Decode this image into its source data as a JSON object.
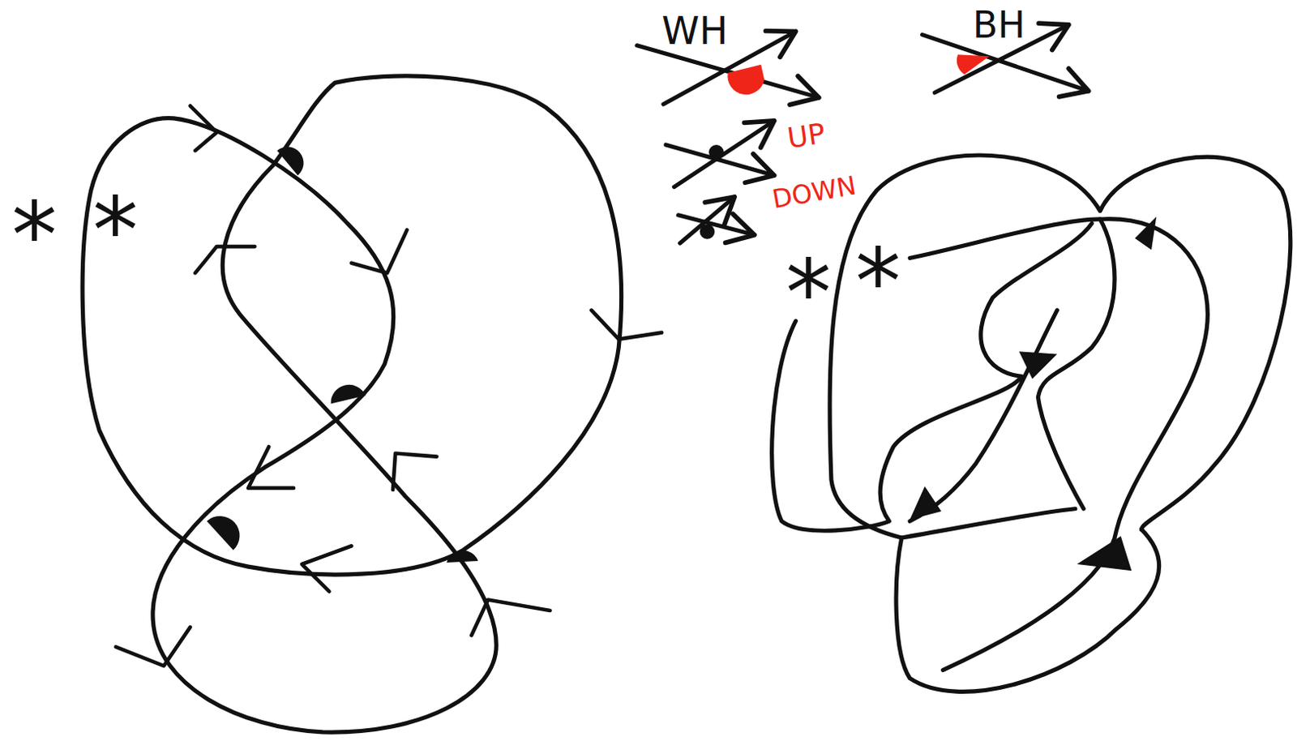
{
  "diagram": {
    "labels": [
      "WH",
      "BH",
      "UP",
      "DOWN",
      "*",
      "*",
      "*",
      "*"
    ]
  }
}
